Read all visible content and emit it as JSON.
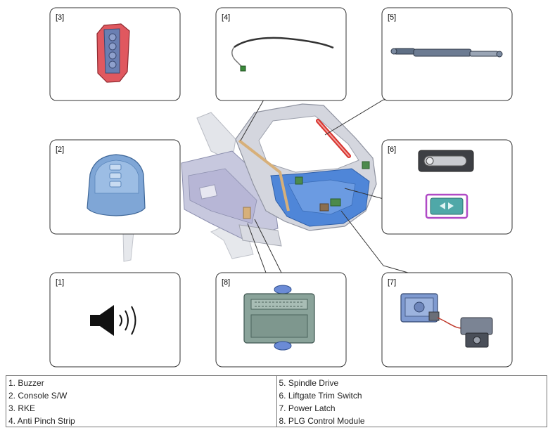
{
  "panels": [
    {
      "id": "3",
      "label": "[3]"
    },
    {
      "id": "4",
      "label": "[4]"
    },
    {
      "id": "5",
      "label": "[5]"
    },
    {
      "id": "2",
      "label": "[2]"
    },
    {
      "id": "6",
      "label": "[6]"
    },
    {
      "id": "1",
      "label": "[1]"
    },
    {
      "id": "8",
      "label": "[8]"
    },
    {
      "id": "7",
      "label": "[7]"
    }
  ],
  "legend": {
    "left": [
      "1. Buzzer",
      "2. Console S/W",
      "3. RKE",
      "4. Anti Pinch Strip"
    ],
    "right": [
      "5. Spindle Drive",
      "6. Liftgate Trim Switch",
      "7. Power Latch",
      "8. PLG Control Module"
    ]
  },
  "colors": {
    "panel_border": "#333333",
    "vehicle_body": "#c9ccd6",
    "vehicle_highlight": "#4f86d8",
    "rke_key": "#e0585f",
    "console": "#7fa6d6",
    "spindle": "#5f6f85",
    "switch_frame": "#b04ac6",
    "switch_button": "#4fa8a8",
    "module": "#8aa39a",
    "strip": "#d7b07a"
  },
  "icons": [
    "rke-key-icon",
    "anti-pinch-strip-icon",
    "spindle-drive-icon",
    "console-switch-icon",
    "liftgate-trim-switch-icon",
    "buzzer-speaker-icon",
    "plg-control-module-icon",
    "power-latch-icon"
  ]
}
